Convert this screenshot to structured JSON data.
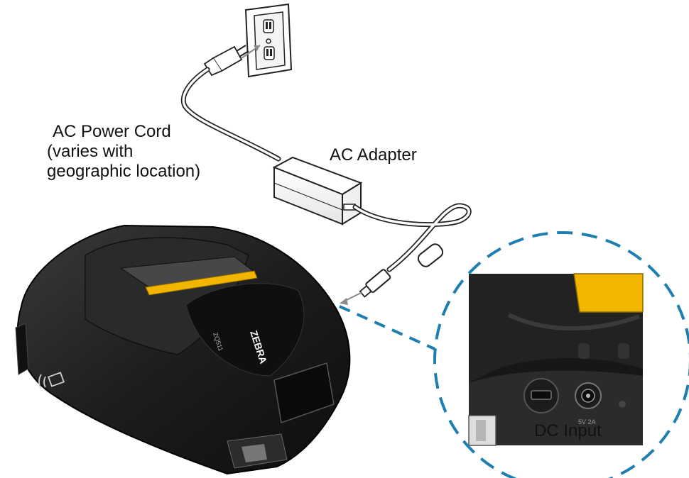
{
  "labels": {
    "ac_power_cord": [
      "AC Power Cord",
      "(varies with",
      "geographic location)"
    ],
    "ac_adapter": "AC Adapter",
    "dc_input": "DC Input"
  },
  "device": {
    "brand_text": "ZEBRA",
    "model_text": "ZQ511",
    "inset_port_marking": "5V 2A"
  },
  "colors": {
    "callout_ring": "#1d7fb0",
    "printer_body": "#1b1b1b",
    "accent_yellow": "#f2b600",
    "line_art": "#222222"
  },
  "icons": [
    "wall-outlet-icon",
    "nfc-icon",
    "usb-port-icon",
    "dc-jack-icon"
  ]
}
